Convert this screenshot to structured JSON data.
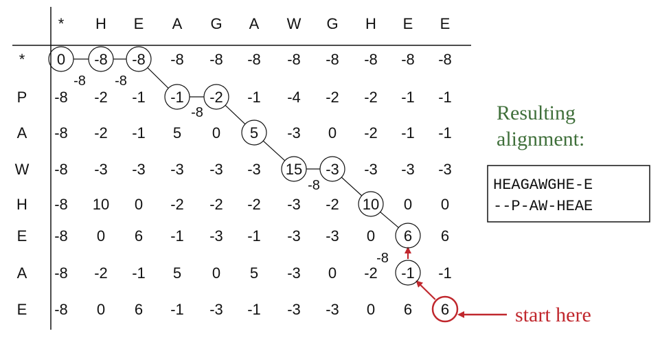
{
  "matrix": {
    "column_headers": [
      "*",
      "H",
      "E",
      "A",
      "G",
      "A",
      "W",
      "G",
      "H",
      "E",
      "E"
    ],
    "row_headers": [
      "*",
      "P",
      "A",
      "W",
      "H",
      "E",
      "A",
      "E"
    ],
    "cells": [
      [
        "0",
        "-8",
        "-8",
        "-8",
        "-8",
        "-8",
        "-8",
        "-8",
        "-8",
        "-8",
        "-8"
      ],
      [
        "-8",
        "-2",
        "-1",
        "-1",
        "-2",
        "-1",
        "-4",
        "-2",
        "-2",
        "-1",
        "-1"
      ],
      [
        "-8",
        "-2",
        "-1",
        "5",
        "0",
        "5",
        "-3",
        "0",
        "-2",
        "-1",
        "-1"
      ],
      [
        "-8",
        "-3",
        "-3",
        "-3",
        "-3",
        "-3",
        "15",
        "-3",
        "-3",
        "-3",
        "-3"
      ],
      [
        "-8",
        "10",
        "0",
        "-2",
        "-2",
        "-2",
        "-3",
        "-2",
        "10",
        "0",
        "0"
      ],
      [
        "-8",
        "0",
        "6",
        "-1",
        "-3",
        "-1",
        "-3",
        "-3",
        "0",
        "6",
        "6"
      ],
      [
        "-8",
        "-2",
        "-1",
        "5",
        "0",
        "5",
        "-3",
        "0",
        "-2",
        "-1",
        "-1"
      ],
      [
        "-8",
        "0",
        "6",
        "-1",
        "-3",
        "-1",
        "-3",
        "-3",
        "0",
        "6",
        "6"
      ]
    ],
    "traceback_path": [
      [
        0,
        0
      ],
      [
        0,
        1
      ],
      [
        0,
        2
      ],
      [
        1,
        3
      ],
      [
        1,
        4
      ],
      [
        2,
        5
      ],
      [
        3,
        6
      ],
      [
        3,
        7
      ],
      [
        4,
        8
      ],
      [
        5,
        9
      ],
      [
        6,
        9
      ],
      [
        7,
        10
      ]
    ],
    "start_cell": [
      7,
      10
    ],
    "gap_penalty_labels": [
      "-8",
      "-8",
      "-8",
      "-8",
      "-8"
    ]
  },
  "side_panel": {
    "title_line1": "Resulting",
    "title_line2": "alignment:",
    "alignment_line1": "HEAGAWGHE-E",
    "alignment_line2": "--P-AW-HEAE"
  },
  "start_label": "start here",
  "colors": {
    "start_highlight": "#c0272d",
    "side_title": "#3f6f3a",
    "text": "#111111"
  }
}
